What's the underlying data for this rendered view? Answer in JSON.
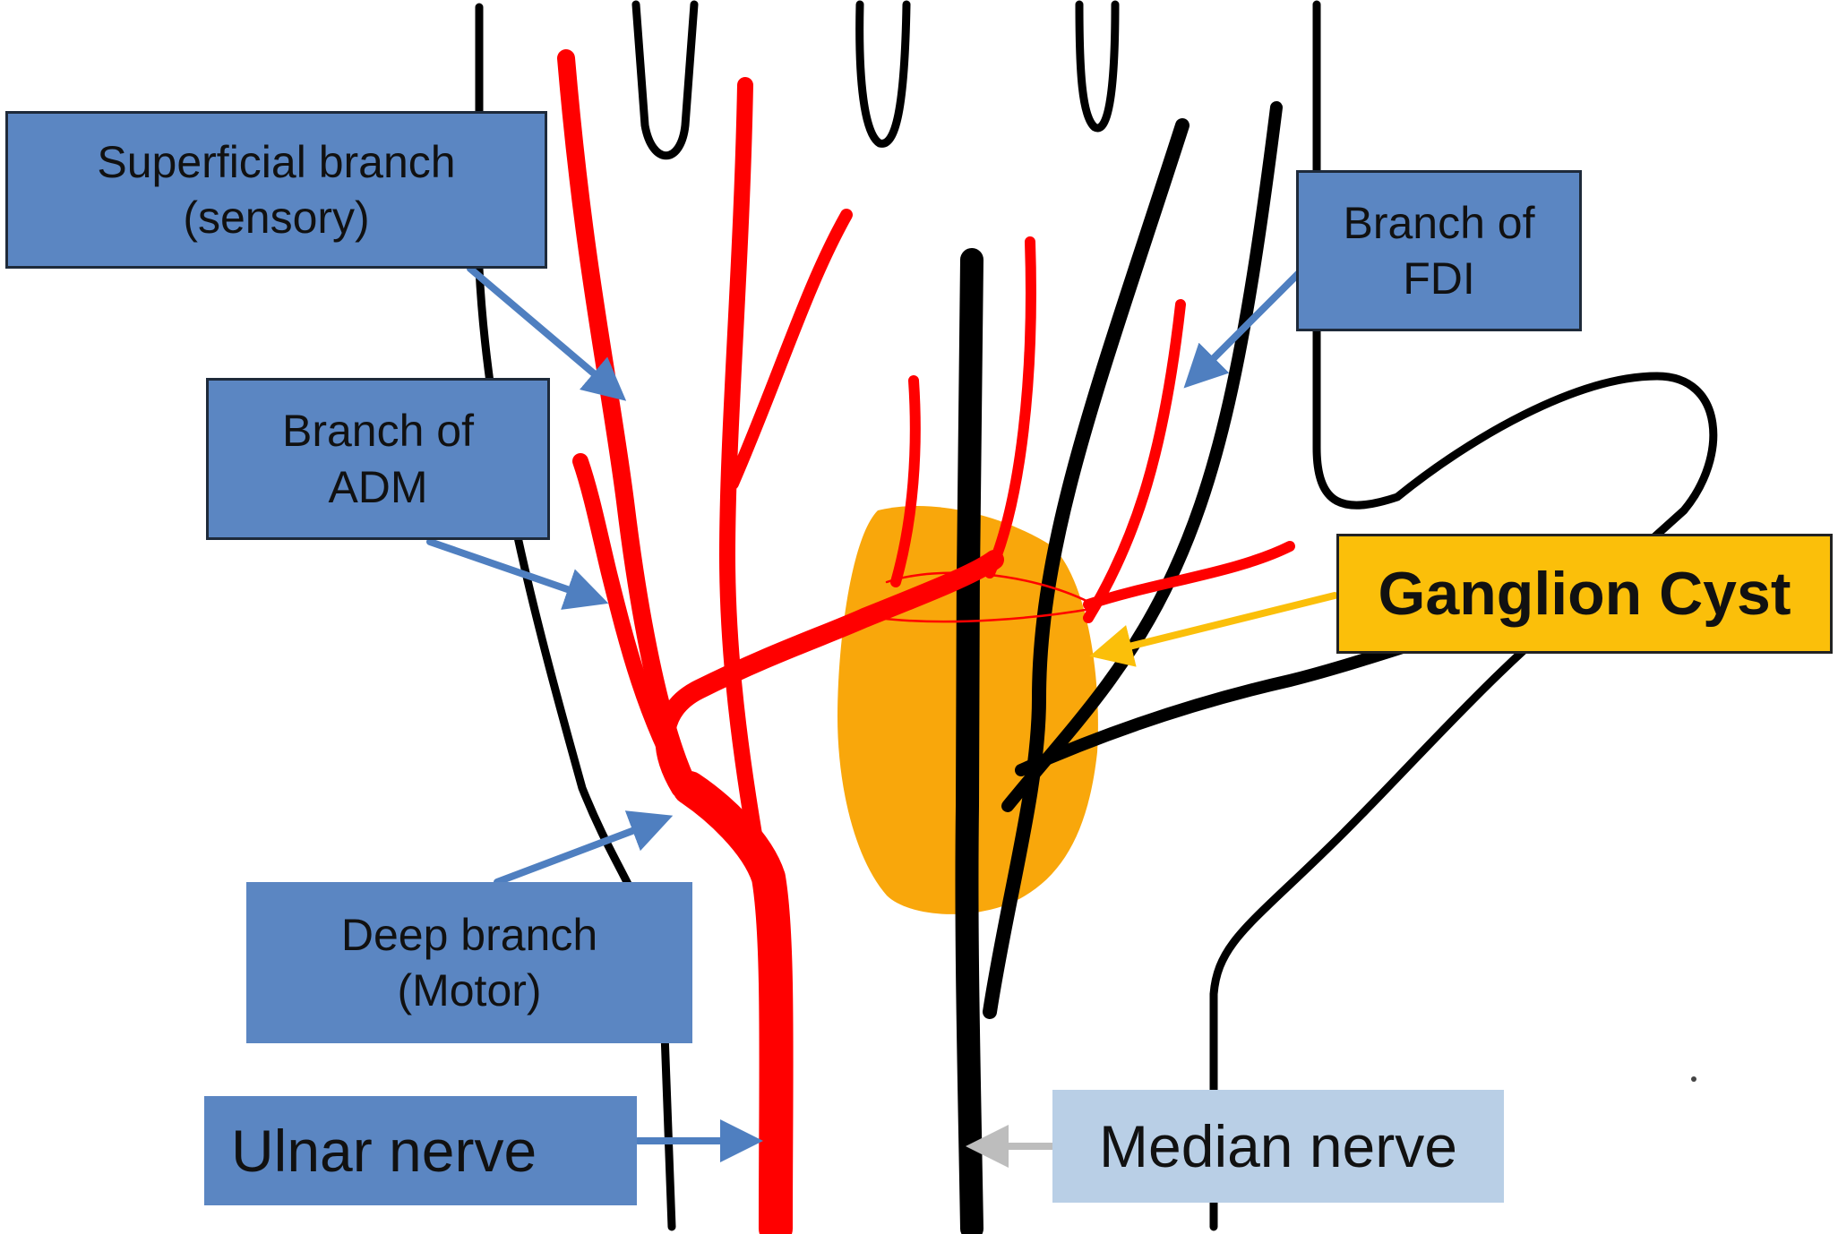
{
  "labels": {
    "superficial": {
      "line1": "Superficial branch",
      "line2": "(sensory)"
    },
    "adm": {
      "line1": "Branch of",
      "line2": "ADM"
    },
    "deep": {
      "line1": "Deep branch",
      "line2": "(Motor)"
    },
    "ulnar": {
      "text": "Ulnar nerve"
    },
    "median": {
      "text": "Median nerve"
    },
    "fdi": {
      "line1": "Branch of",
      "line2": "FDI"
    },
    "cyst": {
      "text": "Ganglion Cyst"
    }
  },
  "colors": {
    "ulnar_nerve": "#ff0000",
    "median_nerve": "#000000",
    "cyst": "#f9a70b",
    "label_blue": "#5b86c2",
    "label_light_blue": "#b9cfe6",
    "label_gold": "#fbbf0a",
    "arrow_blue": "#4f7fc0",
    "arrow_gold": "#fbbf0a",
    "arrow_gray": "#bdbdbd"
  }
}
